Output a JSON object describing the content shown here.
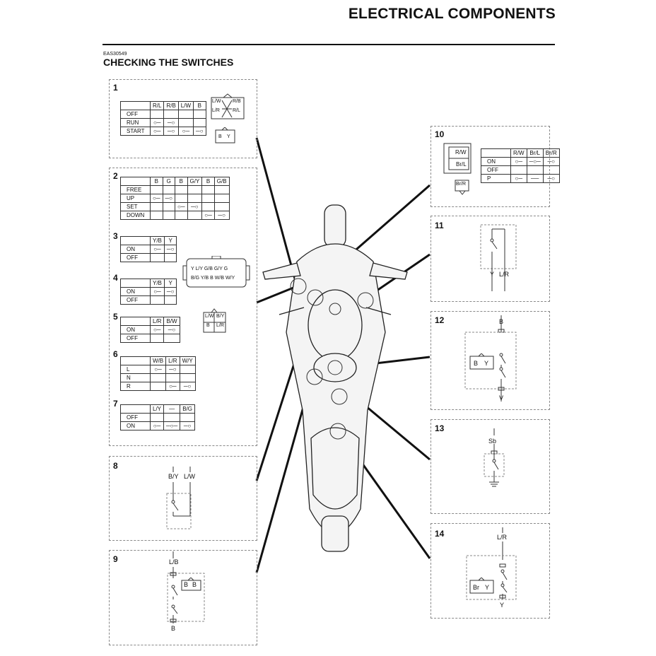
{
  "header": {
    "title": "ELECTRICAL COMPONENTS"
  },
  "section": {
    "code": "EAS30549",
    "title": "CHECKING THE SWITCHES"
  },
  "panels": [
    {
      "num": "1",
      "cols": [
        "R/L",
        "R/B",
        "L/W",
        "B"
      ],
      "rows": [
        "OFF",
        "RUN",
        "START"
      ],
      "connector_top": [
        "L/W",
        "R/B",
        "L/R",
        "R/L"
      ],
      "connector_bottom": [
        "B",
        "Y"
      ]
    },
    {
      "num": "2",
      "cols": [
        "B",
        "G",
        "B",
        "G/Y",
        "B",
        "G/B"
      ],
      "rows": [
        "FREE",
        "UP",
        "SET",
        "DOWN"
      ]
    },
    {
      "num": "3",
      "cols": [
        "Y/B",
        "Y"
      ],
      "rows": [
        "ON",
        "OFF"
      ]
    },
    {
      "num": "4",
      "cols": [
        "Y/B",
        "Y"
      ],
      "rows": [
        "ON",
        "OFF"
      ]
    },
    {
      "num": "5",
      "cols": [
        "L/R",
        "B/W"
      ],
      "rows": [
        "ON",
        "OFF"
      ]
    },
    {
      "num": "6",
      "cols": [
        "W/B",
        "L/R",
        "W/Y"
      ],
      "rows": [
        "L",
        "N",
        "R"
      ]
    },
    {
      "num": "7",
      "cols": [
        "L/Y",
        "—",
        "B/G"
      ],
      "rows": [
        "OFF",
        "ON"
      ]
    },
    {
      "num": "8",
      "wires": [
        "B/Y",
        "L/W"
      ]
    },
    {
      "num": "9",
      "wires": [
        "L/B",
        "B"
      ],
      "connector": [
        "B",
        "B"
      ]
    },
    {
      "num": "10",
      "cols": [
        "R/W",
        "Br/L",
        "Br/R"
      ],
      "rows": [
        "ON",
        "OFF",
        "P"
      ],
      "connector": [
        "R/W",
        "Br/L"
      ],
      "connector_small": "Br/R"
    },
    {
      "num": "11",
      "wires": [
        "Y",
        "L/R"
      ]
    },
    {
      "num": "12",
      "wires": [
        "B",
        "V"
      ],
      "connector": [
        "B",
        "Y"
      ]
    },
    {
      "num": "13",
      "wires": [
        "Sb"
      ]
    },
    {
      "num": "14",
      "wires": [
        "L/R",
        "Y"
      ],
      "connector": [
        "Br",
        "Y"
      ]
    }
  ],
  "connector_big": {
    "top": [
      "Y",
      "L/Y",
      "G/B",
      "G/Y",
      "G"
    ],
    "bottom": [
      "B/G",
      "Y/B",
      "B",
      "W/B",
      "W/Y"
    ]
  },
  "connector_mid": {
    "top": [
      "L/W",
      "B/Y"
    ],
    "bottom": [
      "B",
      "L/R"
    ]
  }
}
